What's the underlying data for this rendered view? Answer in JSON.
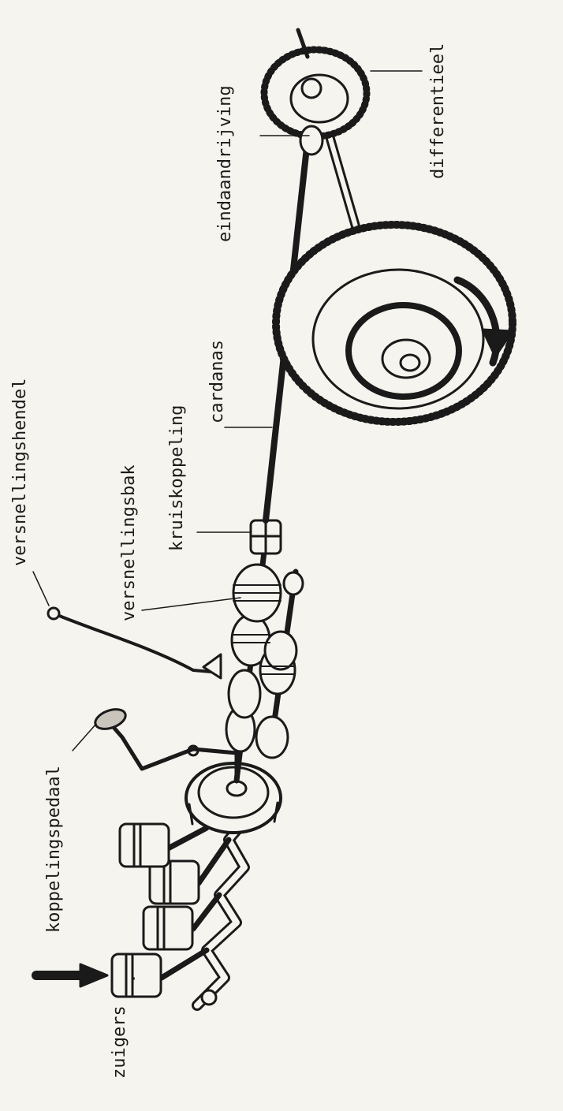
{
  "diagram": {
    "labels": {
      "zuigers": "zuigers",
      "koppelingspedaal": "koppelingspedaal",
      "versnellingshendel": "versnellingshendel",
      "versnellingsbak": "versnellingsbak",
      "kruiskoppeling": "kruiskoppeling",
      "cardanas": "cardanas",
      "eindaandrijving": "eindaandrijving",
      "differentieel": "differentieel"
    },
    "colors": {
      "ink": "#1a1a1a",
      "paper": "#f6f4ee",
      "shade": "#7a7670"
    }
  }
}
